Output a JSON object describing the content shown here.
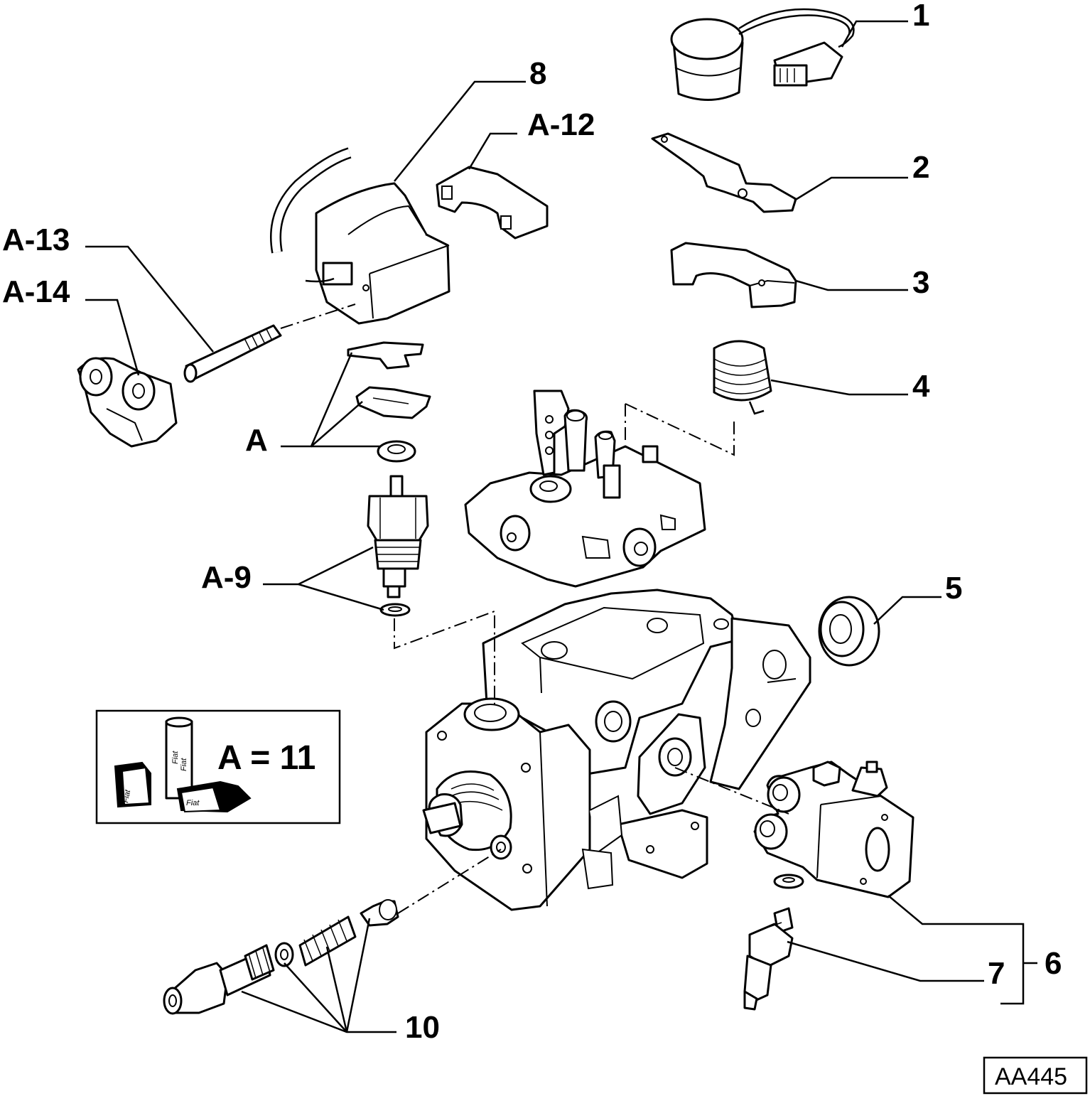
{
  "callouts": {
    "c1": "1",
    "c2": "2",
    "c3": "3",
    "c4": "4",
    "c5": "5",
    "c6": "6",
    "c7": "7",
    "c8": "8",
    "c10": "10",
    "cA": "A",
    "cA9": "A-9",
    "cA12": "A-12",
    "cA13": "A-13",
    "cA14": "A-14"
  },
  "legend": {
    "text": "A = 11",
    "tube_label_1": "Fiat",
    "tube_label_2": "Fiat",
    "box_label_1": "Fiat",
    "box_label_2": "Fiat"
  },
  "reference_code": "AA445",
  "colors": {
    "line": "#000000",
    "background": "#ffffff"
  }
}
